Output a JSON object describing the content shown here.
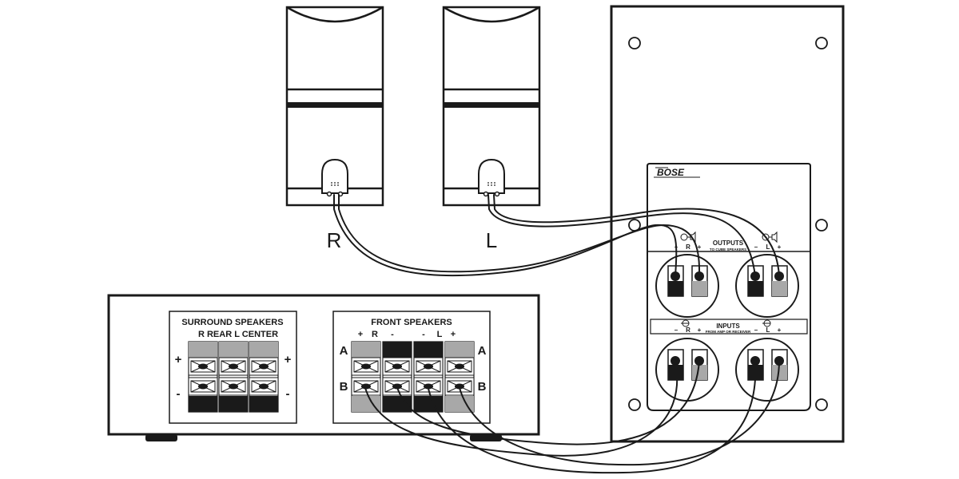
{
  "speakers": {
    "right_label": "R",
    "left_label": "L"
  },
  "receiver": {
    "surround": {
      "title": "SURROUND SPEAKERS",
      "subtitle": "R REAR  L   CENTER",
      "plus": "+",
      "minus": "-"
    },
    "front": {
      "title": "FRONT SPEAKERS",
      "plus": "+",
      "minus": "-",
      "r": "R",
      "l": "L",
      "a": "A",
      "b": "B"
    }
  },
  "subwoofer": {
    "brand": "BOSE",
    "outputs": {
      "title": "OUTPUTS",
      "subtitle": "TO CUBE SPEAKERS",
      "minus": "–",
      "plus": "+",
      "r": "R",
      "l": "L"
    },
    "inputs": {
      "title": "INPUTS",
      "subtitle": "FROM AMP OR RECEIVER",
      "minus": "–",
      "plus": "+",
      "r": "R",
      "l": "L"
    }
  },
  "colors": {
    "ink": "#1a1a1a",
    "terminal_dark": "#1a1a1a",
    "terminal_gray": "#a8a8a8",
    "paper": "#ffffff"
  }
}
